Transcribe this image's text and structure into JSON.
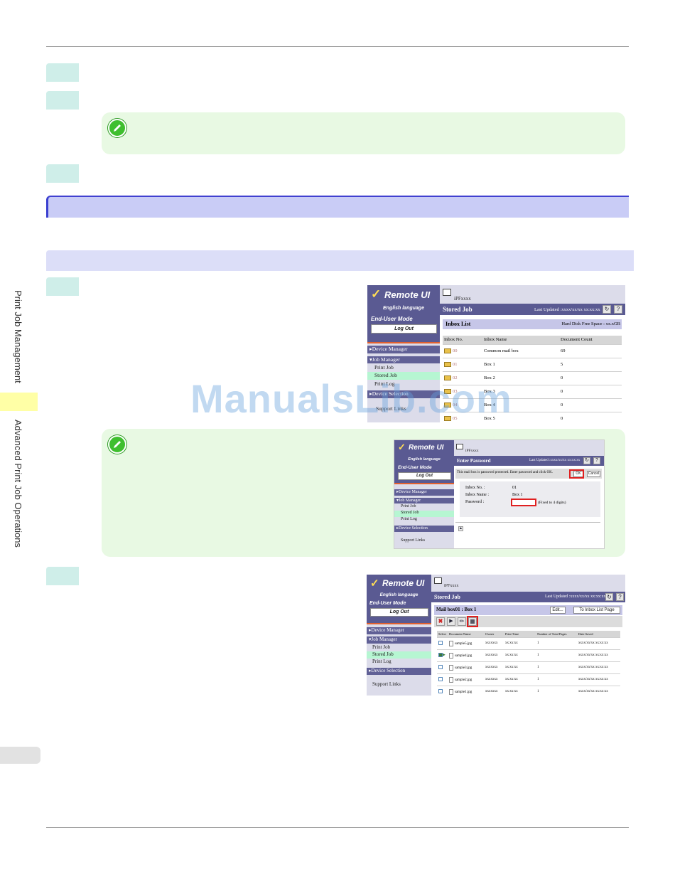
{
  "sidebar": {
    "chapter_label": "Print Job Management",
    "section_label": "Advanced Print Job Operations"
  },
  "watermark": "ManualsLib.com",
  "screenshot1": {
    "logo": "Remote UI",
    "language": "English language",
    "mode": "End-User Mode",
    "logout": "Log Out",
    "menu": [
      "Device Manager",
      "Job Manager",
      "Print Job",
      "Stored Job",
      "Print Log",
      "Device Selection",
      "Support Links"
    ],
    "device": "iPFxxxx",
    "title": "Stored Job",
    "last_updated": "Last Updated :xxxx/xx/xx xx:xx:xx",
    "inbox_title": "Inbox List",
    "free_space": "Hard Disk Free Space : xx.xGB",
    "columns": [
      "Inbox No.",
      "Inbox Name",
      "Document Count"
    ],
    "rows": [
      {
        "no": "00",
        "name": "Common mail box",
        "count": "69"
      },
      {
        "no": "01",
        "name": "Box 1",
        "count": "5"
      },
      {
        "no": "02",
        "name": "Box 2",
        "count": "0"
      },
      {
        "no": "03",
        "name": "Box 3",
        "count": "0"
      },
      {
        "no": "04",
        "name": "Box 4",
        "count": "0"
      },
      {
        "no": "05",
        "name": "Box 5",
        "count": "0"
      }
    ]
  },
  "screenshot2": {
    "logo": "Remote UI",
    "language": "English language",
    "mode": "End-User Mode",
    "logout": "Log Out",
    "menu": [
      "Device Manager",
      "Job Manager",
      "Print Job",
      "Stored Job",
      "Print Log",
      "Device Selection",
      "Support Links"
    ],
    "device": "iPFxxxx",
    "title": "Enter Password",
    "last_updated": "Last Updated :xxxx/xx/xx xx:xx:xx",
    "message": "This mail box is password protected. Enter password and click OK.",
    "ok": "OK",
    "cancel": "Cancel",
    "inbox_no_label": "Inbox No. :",
    "inbox_no": "01",
    "inbox_name_label": "Inbox Name :",
    "inbox_name": "Box 1",
    "password_label": "Password :",
    "password_hint": "(Fixed to 4 digits)"
  },
  "screenshot3": {
    "logo": "Remote UI",
    "language": "English language",
    "mode": "End-User Mode",
    "logout": "Log Out",
    "menu": [
      "Device Manager",
      "Job Manager",
      "Print Job",
      "Stored Job",
      "Print Log",
      "Device Selection",
      "Support Links"
    ],
    "device": "iPFxxxx",
    "title": "Stored Job",
    "last_updated": "Last Updated :xxxx/xx/xx xx:xx:xx",
    "mailbox_title": "Mail box01 : Box 1",
    "edit": "Edit...",
    "to_inbox": "To Inbox List Page",
    "columns": [
      "Select",
      "Document Name",
      "Owner",
      "Print Time",
      "Number of Total Pages",
      "Date Saved"
    ],
    "rows": [
      {
        "name": "sample5.jpg",
        "owner": "xxxxxxx",
        "time": "xx:xx:xx",
        "pages": "1",
        "date": "xxxx/xx/xx xx:xx:xx"
      },
      {
        "name": "sample4.jpg",
        "owner": "xxxxxxx",
        "time": "xx:xx:xx",
        "pages": "1",
        "date": "xxxx/xx/xx xx:xx:xx"
      },
      {
        "name": "sample3.jpg",
        "owner": "xxxxxxx",
        "time": "xx:xx:xx",
        "pages": "1",
        "date": "xxxx/xx/xx xx:xx:xx"
      },
      {
        "name": "sample2.jpg",
        "owner": "xxxxxxx",
        "time": "xx:xx:xx",
        "pages": "1",
        "date": "xxxx/xx/xx xx:xx:xx"
      },
      {
        "name": "sample1.jpg",
        "owner": "xxxxxxx",
        "time": "xx:xx:xx",
        "pages": "1",
        "date": "xxxx/xx/xx xx:xx:xx"
      }
    ]
  }
}
